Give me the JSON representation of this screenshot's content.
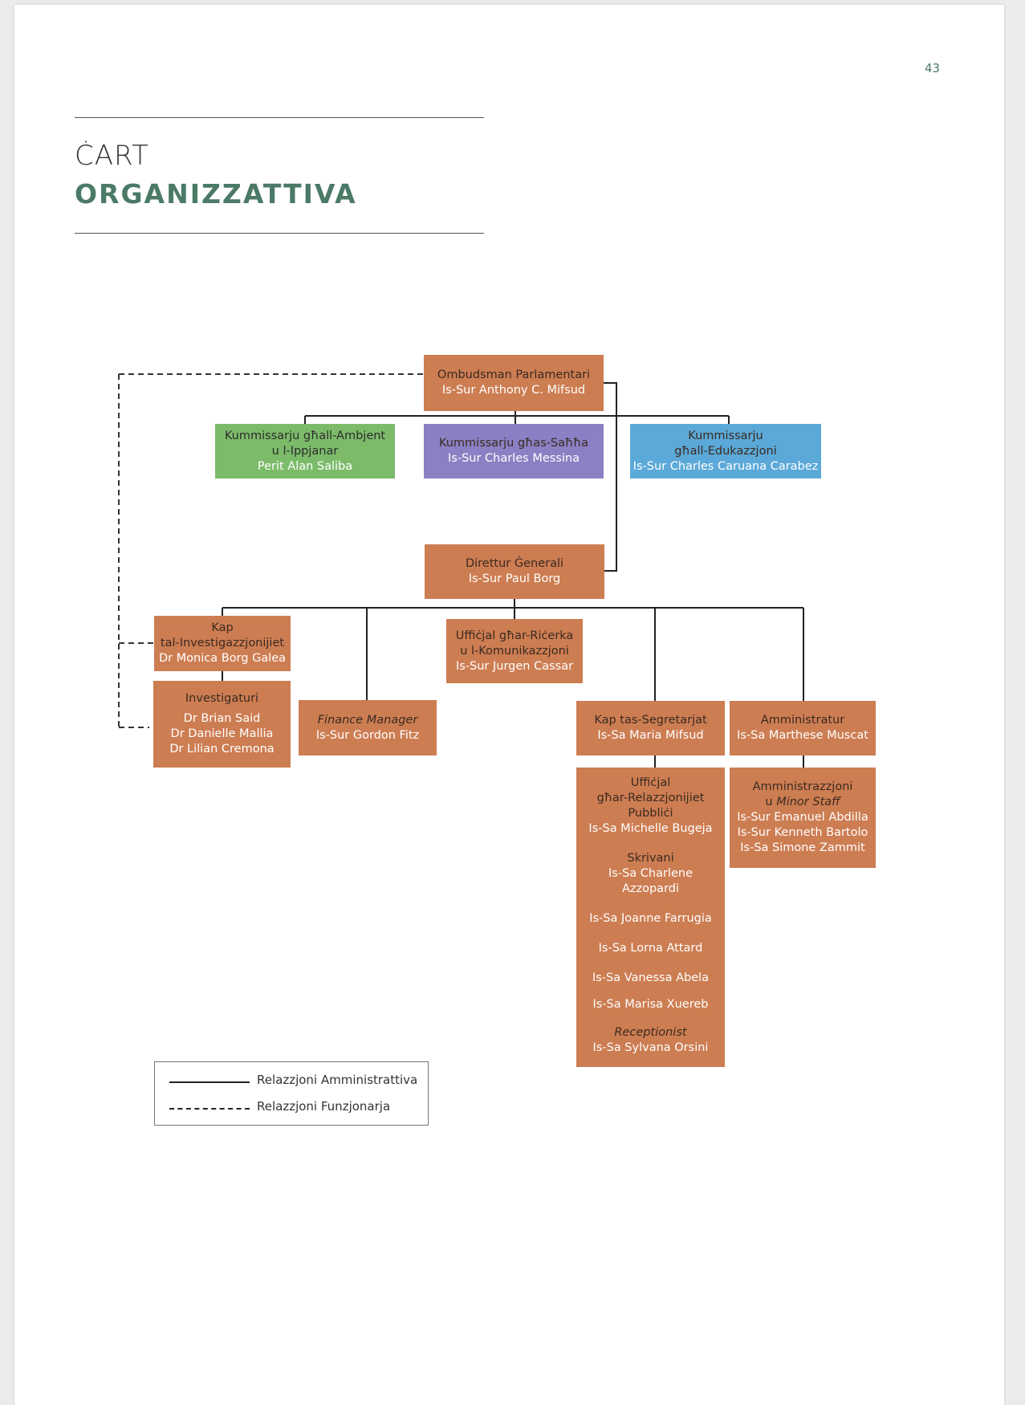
{
  "page_number": "43",
  "title": {
    "line1": "ĊART",
    "line2": "ORGANIZZATTIVA"
  },
  "colors": {
    "accent": "#4b7a67",
    "box": "#cd7d52",
    "green": "#7cbb6a",
    "purple": "#8b80c3",
    "blue": "#5ba9d8"
  },
  "nodes": {
    "ombudsman": {
      "role": "Ombudsman Parlamentari",
      "name": "Is-Sur Anthony C. Mifsud"
    },
    "comm_env": {
      "role1": "Kummissarju għall-Ambjent",
      "role2": "u l-Ippjanar",
      "name": "Perit Alan Saliba"
    },
    "comm_health": {
      "role": "Kummissarju għas-Saħħa",
      "name": "Is-Sur Charles Messina"
    },
    "comm_edu": {
      "role1": "Kummissarju",
      "role2": "għall-Edukazzjoni",
      "name": "Is-Sur Charles Caruana Carabez"
    },
    "dg": {
      "role": "Direttur Ġenerali",
      "name": "Is-Sur Paul Borg"
    },
    "head_inv": {
      "role1": "Kap",
      "role2": "tal-Investigazzjonijiet",
      "name": "Dr Monica Borg Galea"
    },
    "investigators": {
      "role": "Investigaturi",
      "names": [
        "Dr Brian Said",
        "Dr Danielle Mallia",
        "Dr Lilian Cremona"
      ]
    },
    "research": {
      "role1": "Uffiċjal għar-Riċerka",
      "role2": "u l-Komunikazzjoni",
      "name": "Is-Sur Jurgen Cassar"
    },
    "finance": {
      "role": "Finance Manager",
      "name": "Is-Sur Gordon Fitz"
    },
    "secretariat": {
      "role": "Kap tas-Segretarjat",
      "name": "Is-Sa Maria Mifsud"
    },
    "administrator": {
      "role": "Amministratur",
      "name": "Is-Sa Marthese Muscat"
    },
    "secretariat_staff": {
      "pr_role1": "Uffiċjal",
      "pr_role2": "għar-Relazzjonijiet",
      "pr_role3": "Pubbliċi",
      "pr_name": "Is-Sa Michelle Bugeja",
      "clerk_role": "Skrivani",
      "clerk_name1": "Is-Sa Charlene",
      "clerk_name2": "Azzopardi",
      "s1": "Is-Sa Joanne Farrugia",
      "s2": "Is-Sa Lorna Attard",
      "s3": "Is-Sa Vanessa Abela",
      "s4": "Is-Sa Marisa Xuereb",
      "recep_role": "Receptionist",
      "recep_name": "Is-Sa Sylvana Orsini"
    },
    "admin_staff": {
      "role1": "Amministrazzjoni",
      "role2_prefix": "u ",
      "role2_em": "Minor Staff",
      "names": [
        "Is-Sur Emanuel Abdilla",
        "Is-Sur Kenneth Bartolo",
        "Is-Sa Simone Zammit"
      ]
    }
  },
  "legend": {
    "solid": "Relazzjoni Amministrattiva",
    "dashed": "Relazzjoni Funzjonarja"
  }
}
